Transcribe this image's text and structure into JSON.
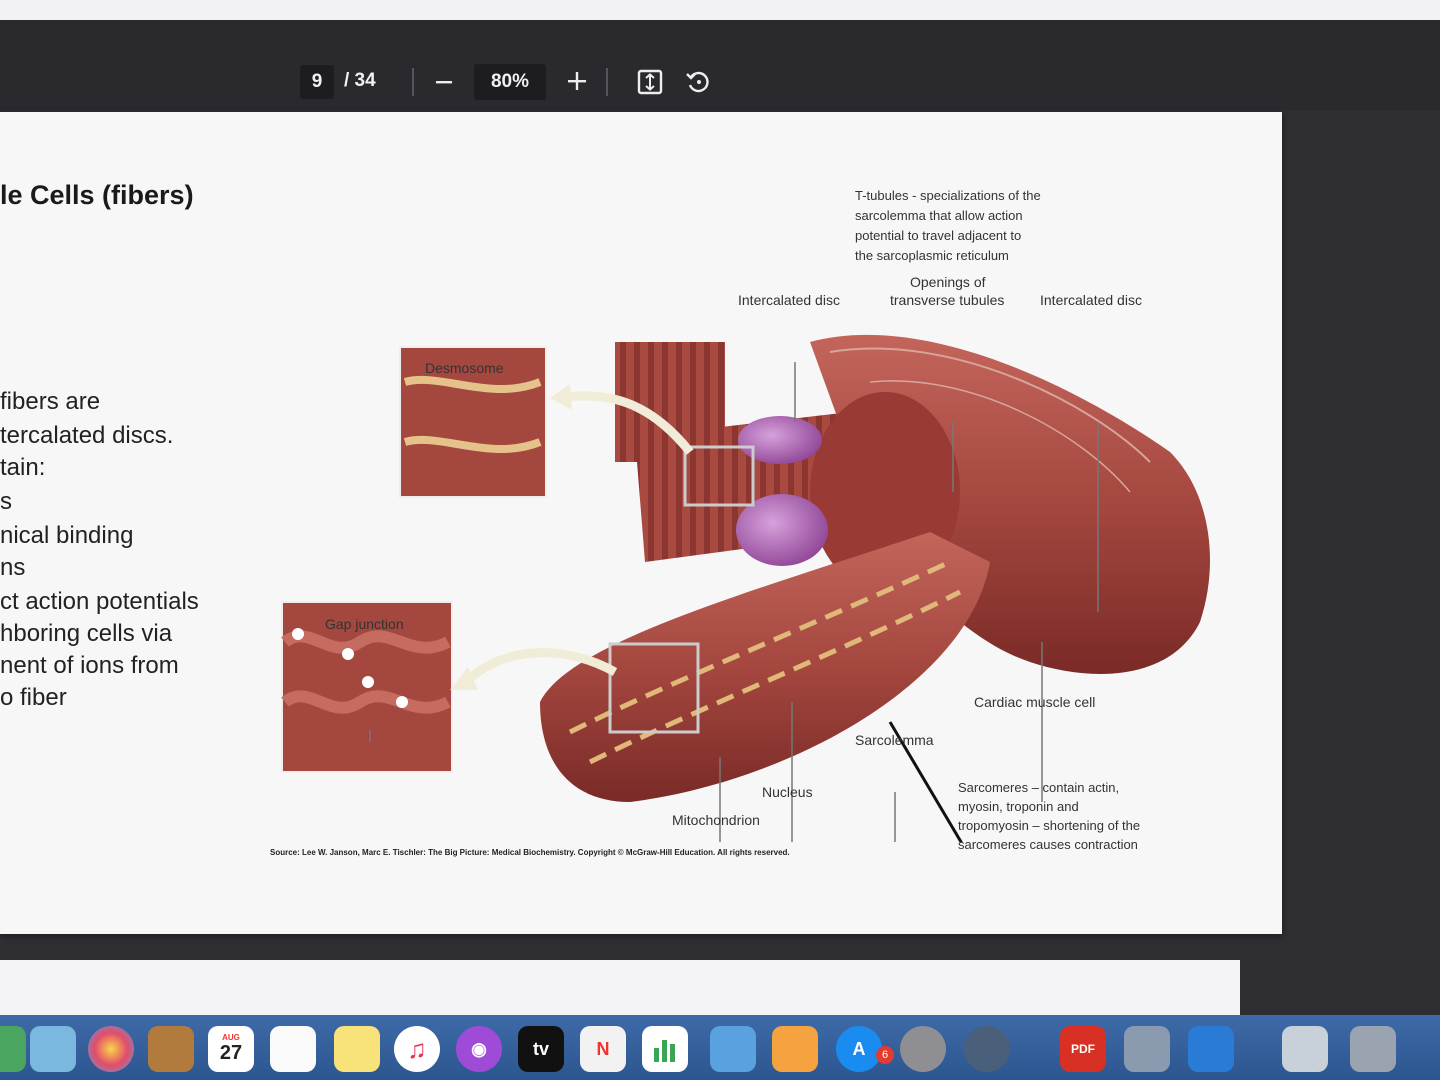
{
  "toolbar": {
    "page_current": "9",
    "page_total": "/ 34",
    "zoom": "80%",
    "zoom_out_icon": "minus-icon",
    "zoom_in_icon": "plus-icon",
    "fit_icon": "fit-page-icon",
    "rotate_icon": "rotate-icon"
  },
  "slide": {
    "title": "le Cells (fibers)",
    "body_lines": [
      "fibers are",
      "tercalated discs.",
      "tain:",
      "s",
      "nical binding",
      "ns",
      "ct action potentials",
      "hboring cells via",
      "nent of ions from",
      "o fiber"
    ],
    "annotations": {
      "t_tubules": [
        "T-tubules - specializations of the",
        "sarcolemma that allow action",
        "potential to travel adjacent to",
        "the sarcoplasmic reticulum"
      ],
      "intercalated_disc_left": "Intercalated disc",
      "openings_line1": "Openings of",
      "openings_line2": "transverse tubules",
      "intercalated_disc_right": "Intercalated disc",
      "desmosome": "Desmosome",
      "gap_junction": "Gap junction",
      "cardiac_muscle_cell": "Cardiac muscle cell",
      "sarcolemma": "Sarcolemma",
      "nucleus": "Nucleus",
      "mitochondrion": "Mitochondrion",
      "sarcomeres": [
        "Sarcomeres – contain actin,",
        "myosin, troponin and",
        "tropomyosin – shortening of the",
        "sarcomeres causes contraction"
      ]
    },
    "source": "Source: Lee W. Janson, Marc E. Tischler: The Big Picture: Medical Biochemistry. Copyright © McGraw-Hill Education. All rights reserved."
  },
  "dock": {
    "calendar_day": "27",
    "calendar_month": "AUG",
    "tv_label": "tv",
    "badge_count": "6"
  },
  "colors": {
    "muscle": "#a4473f",
    "muscle_dark": "#7a2a27",
    "nucleus": "#9a4fa0",
    "toolbar": "#2a292e"
  }
}
